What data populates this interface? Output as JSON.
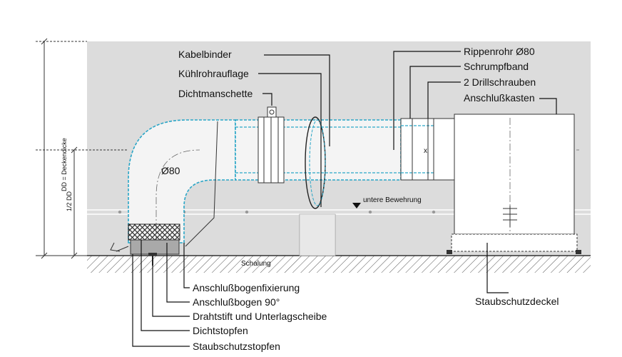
{
  "labels": {
    "kabelbinder": "Kabelbinder",
    "kuehlrohrauflage": "Kühlrohrauflage",
    "dichtmanschette": "Dichtmanschette",
    "rippenrohr": "Rippenrohr Ø80",
    "schrumpfband": "Schrumpfband",
    "drillschrauben": "2 Drillschrauben",
    "anschlusskasten": "Anschlußkasten",
    "durchmesser": "Ø80",
    "untere_bewehrung": "untere Bewehrung",
    "schalung": "Schalung",
    "anschlussbogenfixierung": "Anschlußbogenfixierung",
    "anschlussbogen": "Anschlußbogen 90°",
    "drahtstift": "Drahtstift und Unterlagscheibe",
    "dichtstopfen": "Dichtstopfen",
    "staubschutzstopfen": "Staubschutzstopfen",
    "staubschutzdeckel": "Staubschutzdeckel"
  },
  "dimensions": {
    "deckendicke": "DD = Deckendicke",
    "halbe_dd": "1/2 DD"
  },
  "colors": {
    "pipe_outline": "#2aa6c7",
    "slab": "#dcdcdc",
    "box": "#ffffff",
    "text": "#111111"
  }
}
